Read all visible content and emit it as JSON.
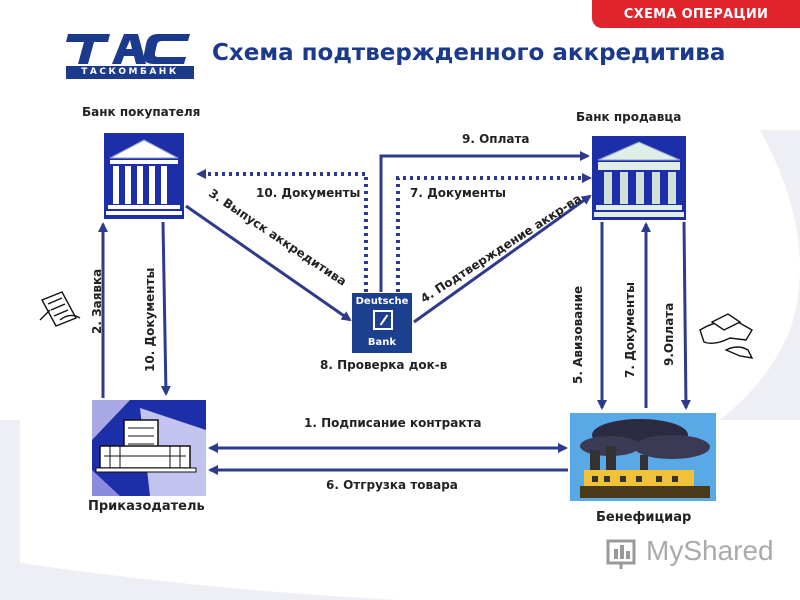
{
  "header": {
    "tag": "СХЕМА ОПЕРАЦИИ",
    "logo_text": "ТАСКОМБАНК",
    "title": "Схема подтвержденного аккредитива"
  },
  "nodes": {
    "buyer_bank": "Банк покупателя",
    "seller_bank": "Банк продавца",
    "applicant": "Приказодатель",
    "beneficiary": "Бенефициар",
    "confirming_bank_name": "Deutsche",
    "confirming_bank_sub": "Bank"
  },
  "flows": {
    "f9_top": "9. Оплата",
    "f10_docs": "10. Документы",
    "f7_docs_top": "7. Документы",
    "f3": "3. Выпуск аккредитива",
    "f4": "4. Подтверждение аккр-ва",
    "f8": "8. Проверка док-в",
    "f2": "2. Заявка",
    "f10_left": "10. Документы",
    "f5": "5. Авизование",
    "f7_right": "7. Документы",
    "f9_right": "9.Оплата",
    "f1": "1. Подписание контракта",
    "f6": "6. Отгрузка товара"
  },
  "watermark": "MyShared",
  "colors": {
    "accent": "#e0242b",
    "brand_blue": "#1b3a8c",
    "arrow": "#2e3a8c"
  }
}
